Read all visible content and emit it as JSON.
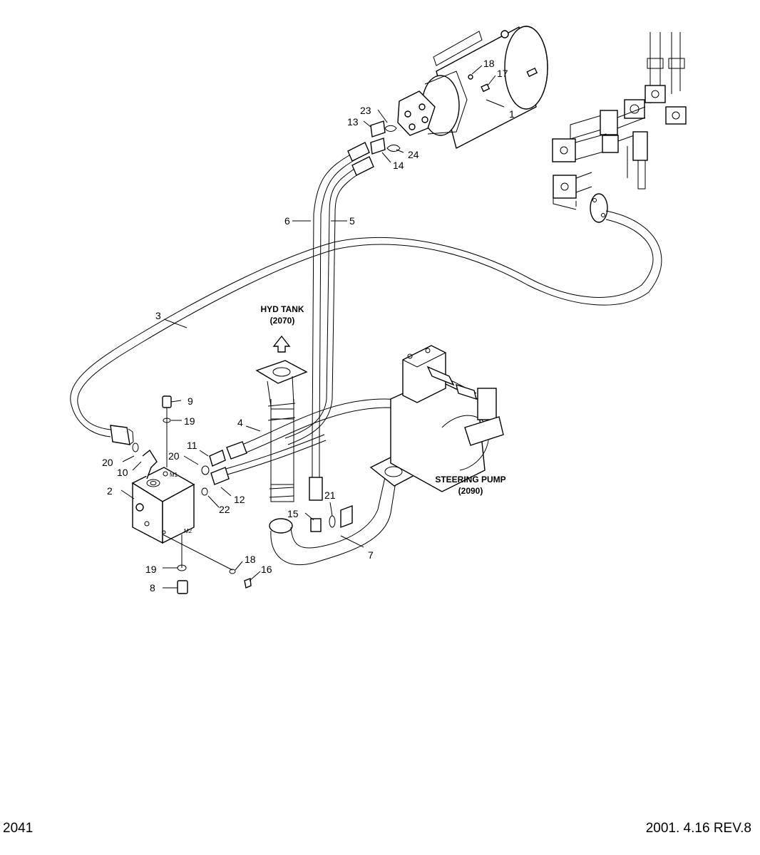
{
  "labels": {
    "p1": "1",
    "p2": "2",
    "p3": "3",
    "p4": "4",
    "p5": "5",
    "p6": "6",
    "p7": "7",
    "p8": "8",
    "p9": "9",
    "p10": "10",
    "p11": "11",
    "p12": "12",
    "p13": "13",
    "p14": "14",
    "p15": "15",
    "p16": "16",
    "p17": "17",
    "p18a": "18",
    "p18b": "18",
    "p19a": "19",
    "p19b": "19",
    "p20a": "20",
    "p20b": "20",
    "p21": "21",
    "p22": "22",
    "p23": "23",
    "p24": "24"
  },
  "ports": {
    "m1": "M1",
    "m2": "M2"
  },
  "callouts": {
    "hyd_tank": "HYD TANK",
    "hyd_tank_ref": "(2070)",
    "steering_pump": "STEERING PUMP",
    "steering_pump_ref": "(2090)"
  },
  "footer": {
    "page_code": "2041",
    "revision": "2001. 4.16  REV.8"
  }
}
